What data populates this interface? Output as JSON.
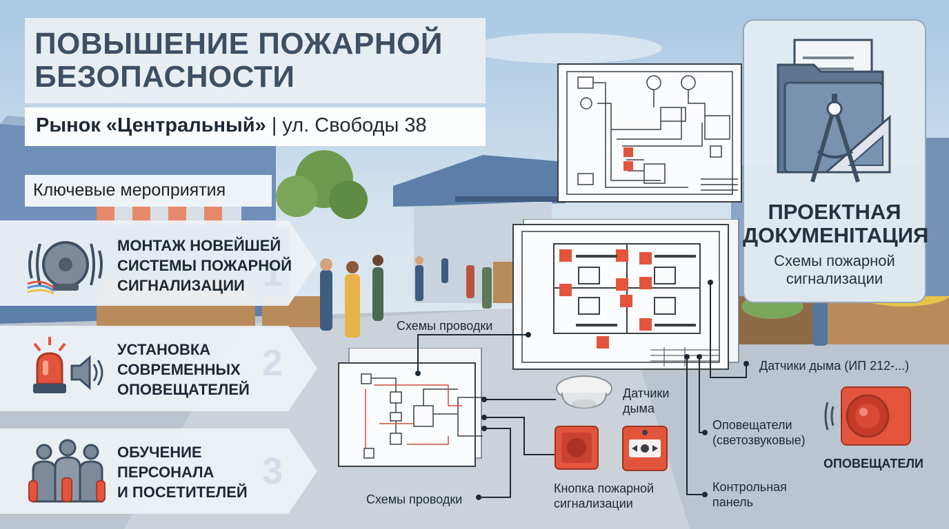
{
  "header": {
    "title_line1": "ПОВЫШЕНИЕ ПОЖАРНОЙ",
    "title_line2": "БЕЗОПАСНОСТИ",
    "subtitle_bold": "Рынок «Центральный»",
    "subtitle_rest": " | ул. Свободы 38"
  },
  "measures": {
    "section_label": "Ключевые мероприятия",
    "items": [
      {
        "line1": "МОНТАЖ НОВЕЙШЕЙ",
        "line2": "СИСТЕМЫ ПОЖАРНОЙ",
        "line3": "СИГНАЛИЗАЦИИ",
        "number": "1",
        "icon": "fire-bell-icon"
      },
      {
        "line1": "УСТАНОВКА",
        "line2": "СОВРЕМЕННЫХ",
        "line3": "ОПОВЕЩАТЕЛЕЙ",
        "number": "2",
        "icon": "siren-speaker-icon"
      },
      {
        "line1": "ОБУЧЕНИЕ",
        "line2": "ПЕРСОНАЛА",
        "line3": "И ПОСЕТИТЕЛЕЙ",
        "number": "3",
        "icon": "people-extinguishers-icon"
      }
    ]
  },
  "documentation": {
    "title_line1": "ПРОЕКТНАЯ",
    "title_line2": "ДОКУМЕНІТАЦИЯ",
    "subtitle_line1": "Схемы пожарной",
    "subtitle_line2": "сигнализации",
    "icon": "folder-compass-icon"
  },
  "callouts": {
    "wiring_top": "Схемы проводки",
    "wiring_bottom": "Схемы проводки",
    "smoke_detector_line1": "Датчики",
    "smoke_detector_line2": "дыма",
    "smoke_sensors": "Датчики дыма (ИП 212-...)",
    "alarm_button_line1": "Кнопка пожарной",
    "alarm_button_line2": "сигнализации",
    "sounders_line1": "Оповещатели",
    "sounders_line2": "(светозвуковые)",
    "control_panel_line1": "Контрольная",
    "control_panel_line2": "панель",
    "sounder_label": "ОПОВЕЩАТЕЛИ"
  },
  "colors": {
    "sky": "#b9d1e6",
    "title_text": "#3d4f63",
    "accent_red": "#e2553c",
    "card_border": "#95a8bb"
  }
}
